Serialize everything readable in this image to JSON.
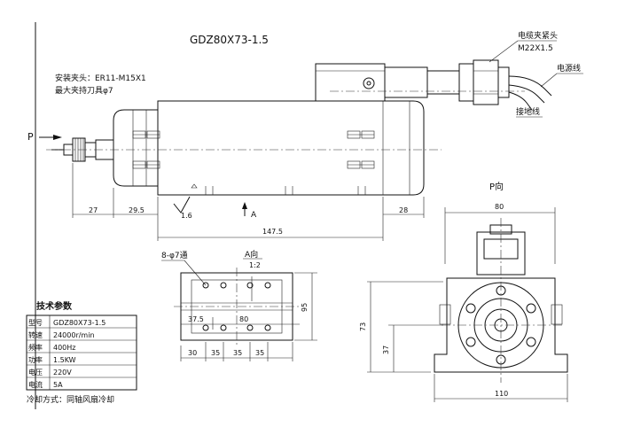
{
  "title": "GDZ80X73-1.5",
  "labels": {
    "collet_line1": "安装夹头：ER11-M15X1",
    "collet_line2": "最大夹持刀具φ7",
    "cable_clamp_line1": "电缆夹紧头",
    "cable_clamp_line2": "M22X1.5",
    "power_line": "电源线",
    "ground_line": "接地线",
    "p_arrow": "P",
    "p_view": "P向",
    "a_view": "A向",
    "a_view_scale": "1:2",
    "a_marker": "A",
    "holes": "8-φ7通",
    "roughness": "1.6"
  },
  "dims_side": [
    "27",
    "29.5",
    "147.5",
    "28"
  ],
  "dims_top": [
    "37.5",
    "80",
    "95",
    "30",
    "35",
    "35",
    "35"
  ],
  "dims_end": [
    "80",
    "73",
    "37",
    "110"
  ],
  "spec_table": {
    "heading": "技术参数",
    "rows": [
      {
        "key": "型号",
        "value": "GDZ80X73-1.5"
      },
      {
        "key": "转速",
        "value": "24000r/min"
      },
      {
        "key": "频率",
        "value": "400Hz"
      },
      {
        "key": "功率",
        "value": "1.5KW"
      },
      {
        "key": "电压",
        "value": "220V"
      },
      {
        "key": "电流",
        "value": "5A"
      }
    ],
    "cooling": "冷却方式：同轴风扇冷却"
  }
}
